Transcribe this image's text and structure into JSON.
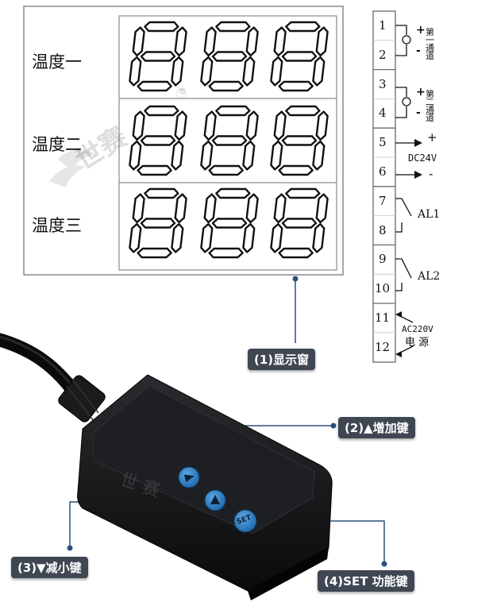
{
  "display_rows": [
    {
      "label": "温度一",
      "digits": "888"
    },
    {
      "label": "温度二",
      "digits": "888"
    },
    {
      "label": "温度三",
      "digits": "888"
    }
  ],
  "watermark": {
    "text": "世赛",
    "mark": "®"
  },
  "terminals": {
    "numbers": [
      "1",
      "2",
      "3",
      "4",
      "5",
      "6",
      "7",
      "8",
      "9",
      "10",
      "11",
      "12"
    ],
    "channel1": {
      "plus": "+",
      "minus": "-",
      "line1": "第",
      "line2": "一",
      "line3": "通",
      "line4": "道"
    },
    "channel2": {
      "plus": "+",
      "minus": "-",
      "line1": "第",
      "line2": "二",
      "line3": "通",
      "line4": "道"
    },
    "dc": {
      "plus": "+",
      "voltage": "DC24V",
      "minus": "-"
    },
    "alarm1": "AL1",
    "alarm2": "AL2",
    "ac": {
      "voltage": "AC220V",
      "name": "电 源"
    }
  },
  "callouts": {
    "display": "(1)显示窗",
    "up": "(2)▲增加键",
    "down": "(3)▼减小键",
    "set": "(4)SET 功能键"
  },
  "keypad": {
    "set_label": "SET"
  },
  "colors": {
    "button_blue": "#2f7fc4",
    "label_bg": "#3f4753",
    "body": "#161719"
  }
}
